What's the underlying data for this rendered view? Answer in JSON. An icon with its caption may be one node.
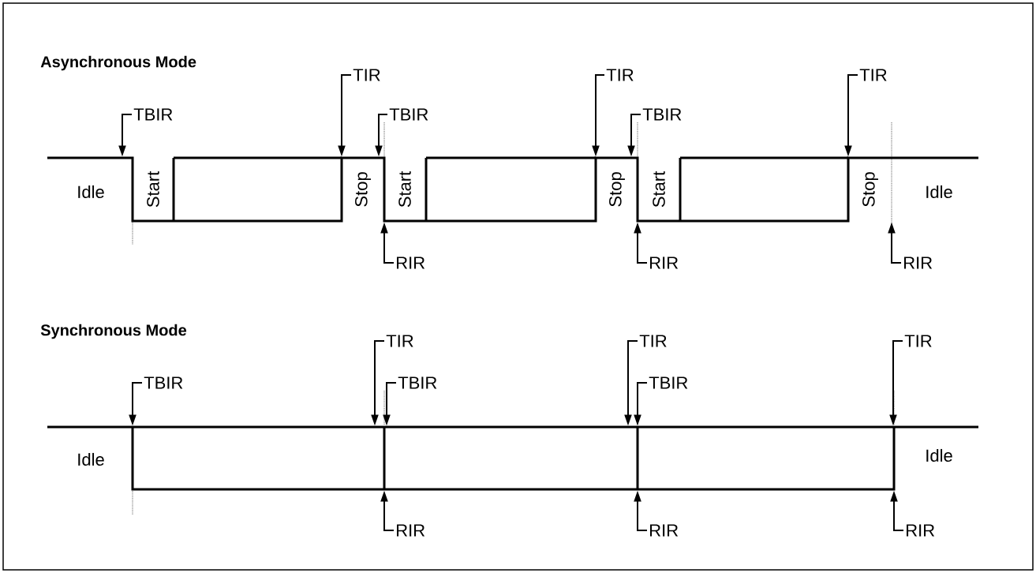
{
  "diagram": {
    "nodes": [
      {
        "text": [
          "TIR"
        ]
      },
      {
        "text": [
          "TIR"
        ]
      },
      {
        "text": [
          "TIR"
        ]
      },
      {
        "text": [
          "TBIR"
        ]
      },
      {
        "text": [
          "TBIR"
        ]
      },
      {
        "text": [
          "TBIR"
        ]
      },
      {
        "text": [
          "RIR"
        ]
      },
      {
        "text": [
          "RIR"
        ]
      },
      {
        "text": [
          "RIR"
        ]
      },
      {
        "text": [
          "TIR"
        ]
      },
      {
        "text": [
          "TIR"
        ]
      },
      {
        "text": [
          "TIR"
        ]
      },
      {
        "text": [
          "TBIR"
        ]
      },
      {
        "text": [
          "TBIR"
        ]
      },
      {
        "text": [
          "TBIR"
        ]
      },
      {
        "text": [
          "RIR"
        ]
      },
      {
        "text": [
          "RIR"
        ]
      },
      {
        "text": [
          "RIR"
        ]
      },
      {
        "text": [],
        "shape": "waveform"
      },
      {
        "text": [],
        "shape": "waveform"
      }
    ],
    "edges": [
      {
        "from": 0,
        "to": 18,
        "arrow": "to"
      },
      {
        "from": 1,
        "to": 18,
        "arrow": "to"
      },
      {
        "from": 2,
        "to": 18,
        "arrow": "to"
      },
      {
        "from": 3,
        "to": 18,
        "arrow": "to"
      },
      {
        "from": 4,
        "to": 18,
        "arrow": "to"
      },
      {
        "from": 5,
        "to": 18,
        "arrow": "to"
      },
      {
        "from": 6,
        "to": 18,
        "arrow": "to"
      },
      {
        "from": 7,
        "to": 18,
        "arrow": "to"
      },
      {
        "from": 8,
        "to": 18,
        "arrow": "to"
      },
      {
        "from": 9,
        "to": 19,
        "arrow": "to"
      },
      {
        "from": 10,
        "to": 19,
        "arrow": "to"
      },
      {
        "from": 11,
        "to": 19,
        "arrow": "to"
      },
      {
        "from": 12,
        "to": 19,
        "arrow": "to"
      },
      {
        "from": 13,
        "to": 19,
        "arrow": "to"
      },
      {
        "from": 14,
        "to": 19,
        "arrow": "to"
      },
      {
        "from": 15,
        "to": 19,
        "arrow": "to"
      },
      {
        "from": 16,
        "to": 19,
        "arrow": "to"
      },
      {
        "from": 17,
        "to": 19,
        "arrow": "to"
      }
    ],
    "labels": [
      "Asynchronous Mode",
      "Idle",
      "Start",
      "Stop",
      "Start",
      "Stop",
      "Start",
      "Stop",
      "Idle",
      "Synchronous Mode",
      "Idle",
      "Idle"
    ]
  }
}
